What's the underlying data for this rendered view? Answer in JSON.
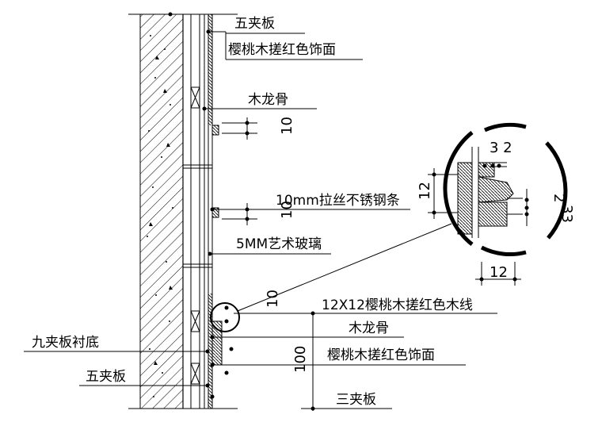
{
  "labels": {
    "wuja_top": "五夹板",
    "cherry_top": "樱桃木搓红色饰面",
    "mulonggu_top": "木龙骨",
    "steel_strip": "10mm拉丝不锈钢条",
    "art_glass": "5MM艺术玻璃",
    "cherry_line": "12X12樱桃木搓红色木线",
    "mulonggu_bottom": "木龙骨",
    "cherry_bottom": "樱桃木搓红色饰面",
    "jiujia": "九夹板衬底",
    "wuja_bottom": "五夹板",
    "sanjia": "三夹板"
  },
  "dimensions": {
    "d10_top": "10",
    "d10_mid": "10",
    "d10_bottom": "10",
    "d100": "100",
    "detail_32": "3 2",
    "detail_12_left": "12",
    "detail_2": "2",
    "detail_33": "33",
    "detail_12_bottom": "12"
  }
}
